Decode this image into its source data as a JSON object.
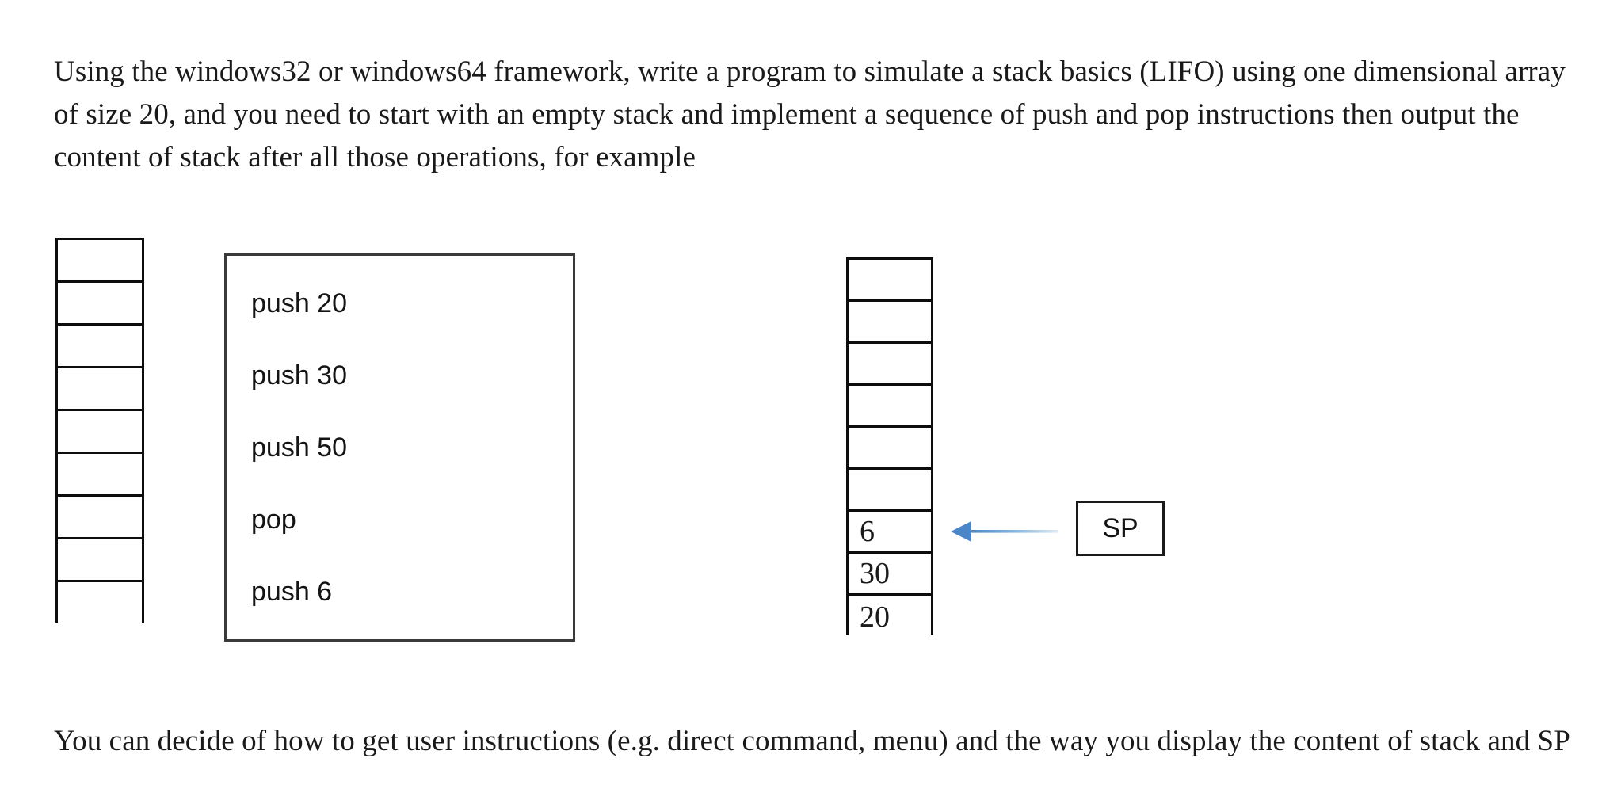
{
  "document": {
    "intro_paragraph": "Using the windows32 or windows64 framework, write a program to simulate a stack basics (LIFO) using one dimensional array of size 20, and you need to start with an empty stack and implement a sequence of push and pop instructions then output the content of stack after all those operations, for example",
    "closing_paragraph": "You can decide of how to get user instructions (e.g. direct command, menu) and the way you display the content of stack and SP"
  },
  "diagram": {
    "empty_stack": {
      "label": "empty-stack",
      "cell_count": 9,
      "cells": [
        "",
        "",
        "",
        "",
        "",
        "",
        "",
        "",
        ""
      ]
    },
    "instructions": {
      "items": [
        "push 20",
        "push 30",
        "push 50",
        "pop",
        "push 6"
      ]
    },
    "result_stack": {
      "label": "result-stack",
      "cell_count": 9,
      "cells": [
        "",
        "",
        "",
        "",
        "",
        "",
        "6",
        "30",
        "20"
      ]
    },
    "stack_pointer": {
      "label": "SP",
      "points_to_cell_index": 6,
      "arrow_direction": "left"
    }
  },
  "colors": {
    "page_background": "#ffffff",
    "text": "#1a1a1a",
    "cell_border": "#0d0d0d",
    "box_border": "#3a3a3a",
    "arrow": "#4a86c8",
    "arrow_tail_fade": "#cfe0f2"
  }
}
